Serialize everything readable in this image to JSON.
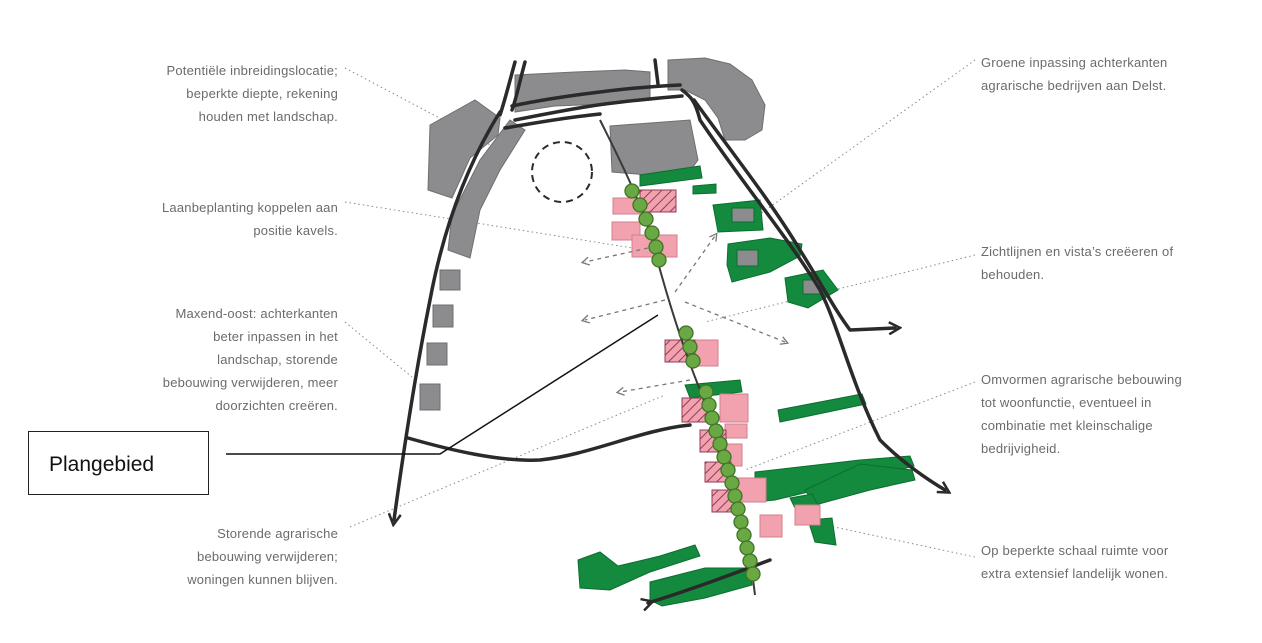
{
  "annotations": {
    "left": [
      {
        "id": "inbreiding",
        "lines": [
          "Potentiële inbreidingslocatie;",
          "beperkte diepte, rekening",
          "houden met landschap."
        ]
      },
      {
        "id": "laanbeplanting",
        "lines": [
          "Laanbeplanting koppelen aan",
          "positie kavels."
        ]
      },
      {
        "id": "maxend",
        "lines": [
          "Maxend-oost: achterkanten",
          "beter inpassen in het",
          "landschap, storende",
          "bebouwing verwijderen, meer",
          "doorzichten creëren."
        ]
      },
      {
        "id": "storende",
        "lines": [
          "Storende agrarische",
          "bebouwing verwijderen;",
          "woningen kunnen blijven."
        ]
      }
    ],
    "right": [
      {
        "id": "groene",
        "lines": [
          "Groene inpassing achterkanten",
          "agrarische bedrijven aan Delst."
        ]
      },
      {
        "id": "zichtlijnen",
        "lines": [
          "Zichtlijnen en vista’s creëeren of",
          "behouden."
        ]
      },
      {
        "id": "omvormen",
        "lines": [
          "Omvormen agrarische bebouwing",
          "tot woonfunctie, eventueel in",
          "combinatie met kleinschalige",
          "bedrijvigheid."
        ]
      },
      {
        "id": "beperkte",
        "lines": [
          "Op beperkte schaal ruimte voor",
          "extra extensief landelijk wonen."
        ]
      }
    ]
  },
  "plangebied_label": "Plangebied",
  "colors": {
    "annotation_text": "#6b6b6b",
    "building_grey": "#8c8b8d",
    "green": "#138a3e",
    "pink": "#f1a2ae",
    "tree_green": "#6aa844",
    "road": "#2a2a2a"
  }
}
